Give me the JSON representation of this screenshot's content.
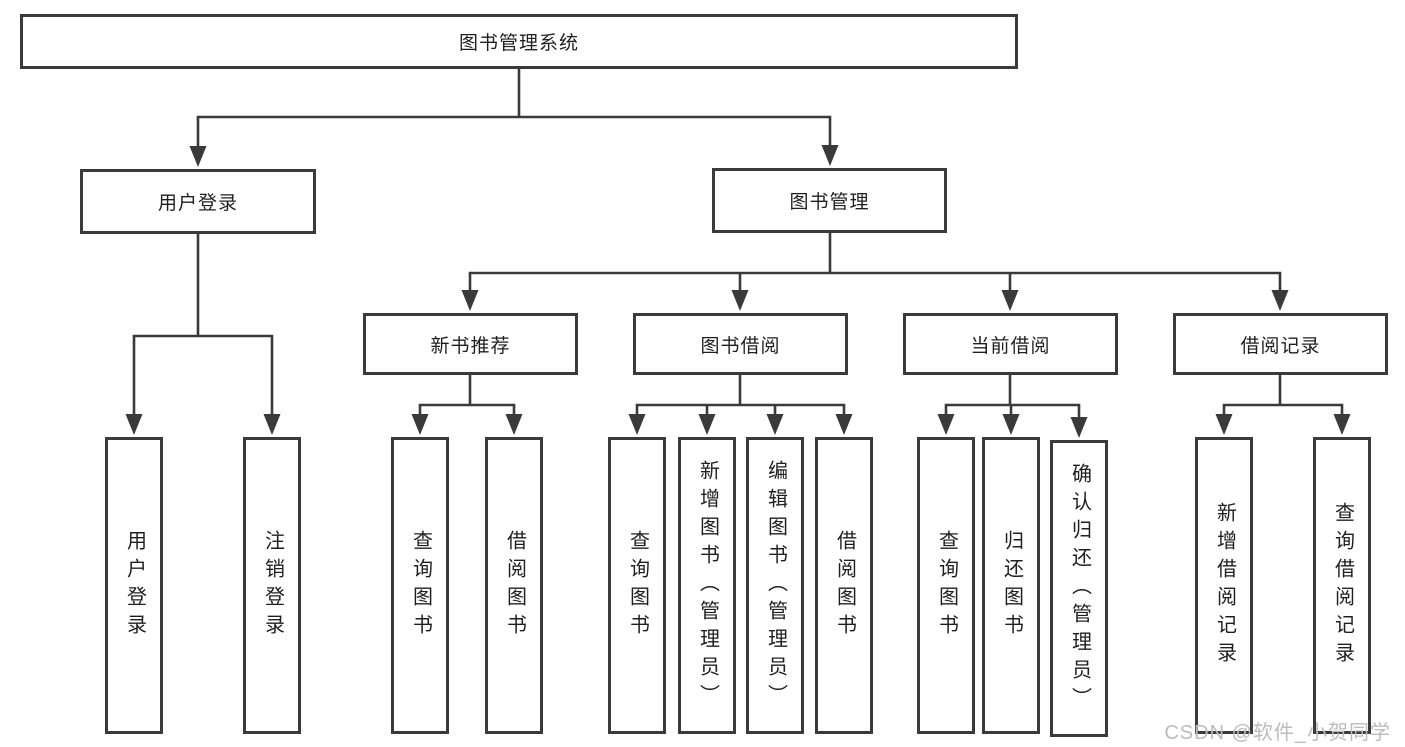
{
  "colors": {
    "line": "#3a3a3a",
    "text": "#1f1f1f",
    "background": "#ffffff",
    "watermark": "#bcbcbc"
  },
  "watermark": {
    "text": "CSDN @软件_小贺同学"
  },
  "chart_type": "org-tree-diagram",
  "tree": {
    "label": "图书管理系统",
    "children": [
      {
        "label": "用户登录",
        "children": [
          {
            "label": "用户登录"
          },
          {
            "label": "注销登录"
          }
        ]
      },
      {
        "label": "图书管理",
        "children": [
          {
            "label": "新书推荐",
            "children": [
              {
                "label": "查询图书"
              },
              {
                "label": "借阅图书"
              }
            ]
          },
          {
            "label": "图书借阅",
            "children": [
              {
                "label": "查询图书"
              },
              {
                "label": "新增图书（管理员）"
              },
              {
                "label": "编辑图书（管理员）"
              },
              {
                "label": "借阅图书"
              }
            ]
          },
          {
            "label": "当前借阅",
            "children": [
              {
                "label": "查询图书"
              },
              {
                "label": "归还图书"
              },
              {
                "label": "确认归还（管理员）"
              }
            ]
          },
          {
            "label": "借阅记录",
            "children": [
              {
                "label": "新增借阅记录"
              },
              {
                "label": "查询借阅记录"
              }
            ]
          }
        ]
      }
    ]
  }
}
